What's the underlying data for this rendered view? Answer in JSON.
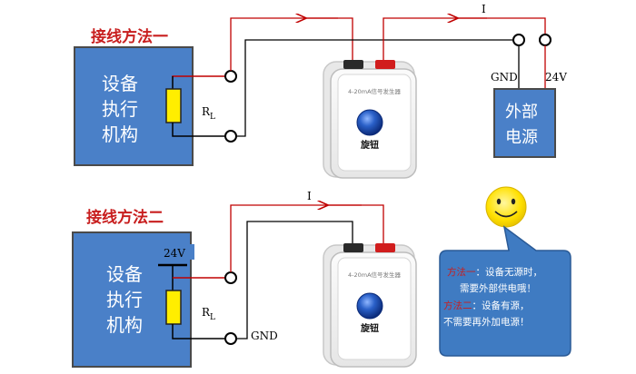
{
  "colors": {
    "box_blue": "#4a80c8",
    "box_border": "#4a4a4a",
    "title_red": "#c81e1e",
    "wire_red": "#c00000",
    "wire_black": "#000000",
    "resistor_yellow": "#ffee00",
    "knob_blue": "#1a4fb0",
    "bubble_blue": "#3f7bc2",
    "smiley_yellow": "#ffe800"
  },
  "method1": {
    "title": "接线方法一",
    "device": [
      "设备",
      "执行",
      "机构"
    ],
    "resistor_label": "R",
    "resistor_sub": "L",
    "current_label": "I",
    "gnd_label": "GND",
    "v24_label": "24V",
    "power_box": [
      "外部",
      "电源"
    ]
  },
  "method2": {
    "title": "接线方法二",
    "device": [
      "设备",
      "执行",
      "机构"
    ],
    "resistor_label": "R",
    "resistor_sub": "L",
    "current_label": "I",
    "gnd_label": "GND",
    "v24_label": "24V"
  },
  "generator": {
    "label": "4-20mA信号发生器",
    "knob_label": "旋钮",
    "term_black": "—",
    "term_red": "—"
  },
  "note": {
    "line1_key": "方法一",
    "line1_rest": "：设备无源时，",
    "line2": "需要外部供电哦！",
    "line3_key": "方法二",
    "line3_rest": "：设备有源，",
    "line4": "不需要再外加电源！"
  },
  "smiley": "smiley-face-icon"
}
